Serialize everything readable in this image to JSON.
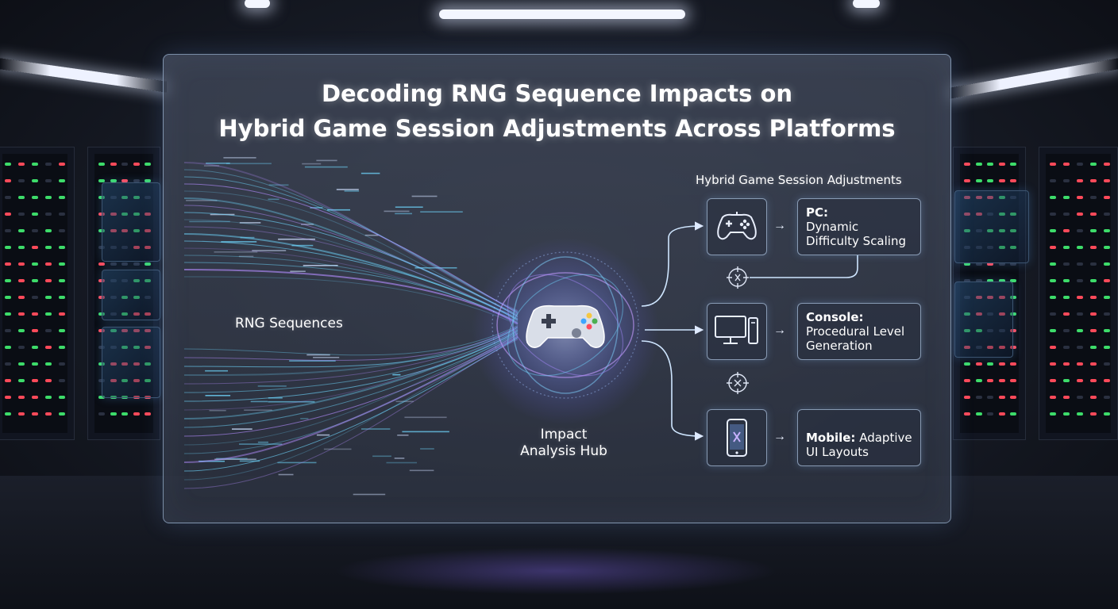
{
  "title": {
    "line1": "Decoding RNG Sequence Impacts on",
    "line2": "Hybrid Game Session Adjustments Across Platforms"
  },
  "nodes": {
    "source": "RNG Sequences",
    "hub_line1": "Impact",
    "hub_line2": "Analysis Hub",
    "section_heading": "Hybrid Game Session Adjustments"
  },
  "platforms": [
    {
      "platform": "PC:",
      "adjustment": "Dynamic Difficulty Scaling",
      "icon": "gamepad-icon"
    },
    {
      "platform": "Console:",
      "adjustment": "Procedural Level Generation",
      "icon": "monitor-console-icon"
    },
    {
      "platform": "Mobile:",
      "adjustment": "Adaptive UI Layouts",
      "icon": "smartphone-icon"
    }
  ],
  "colors": {
    "stream_cyan": "#6fd8ff",
    "stream_violet": "#b48cff",
    "hub_glow": "#8fa8ff",
    "led_green": "#3ddc6a",
    "led_red": "#ff4a5a"
  }
}
